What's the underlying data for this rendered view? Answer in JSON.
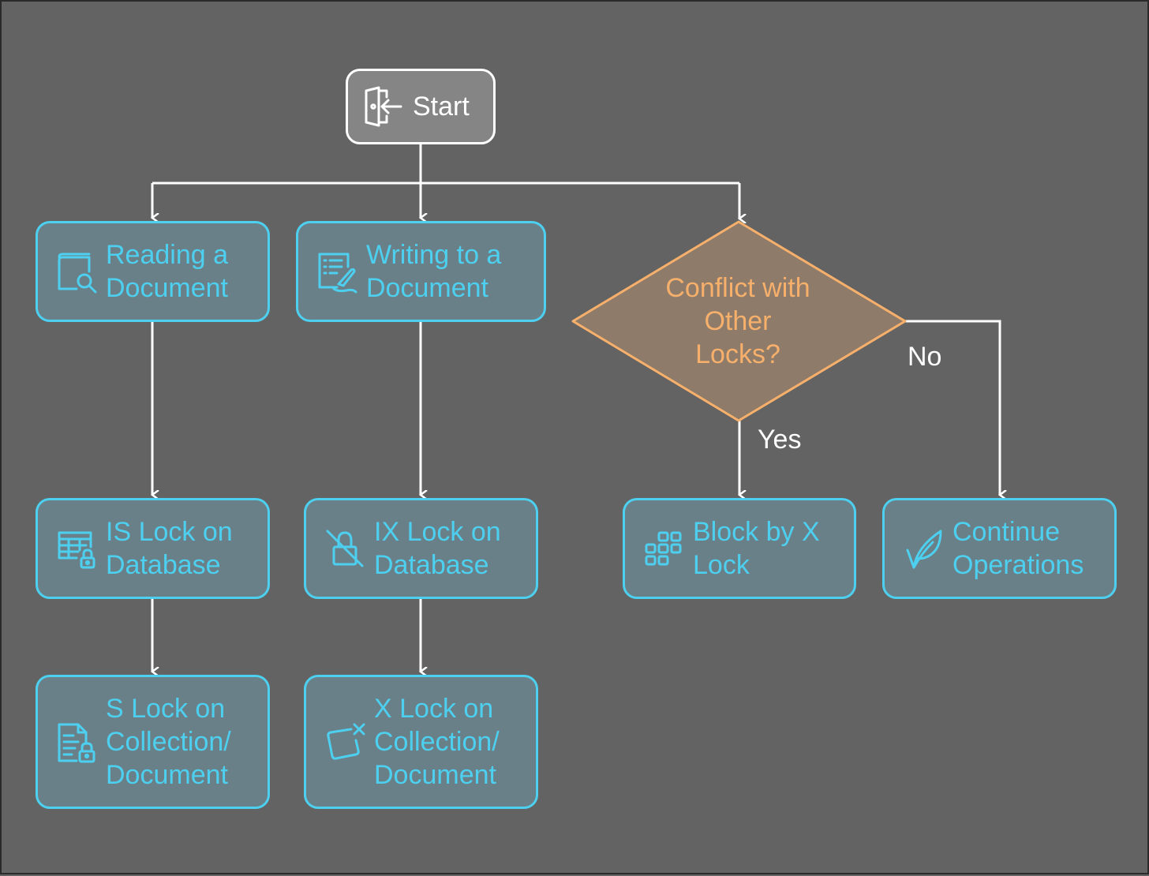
{
  "nodes": {
    "start": {
      "label": "Start",
      "icon": "enter-door-icon"
    },
    "read": {
      "label": "Reading a\nDocument",
      "icon": "document-search-icon"
    },
    "write": {
      "label": "Writing to a\nDocument",
      "icon": "document-edit-icon"
    },
    "is_lock": {
      "label": "IS Lock on\nDatabase",
      "icon": "table-lock-icon"
    },
    "ix_lock": {
      "label": "IX Lock on\nDatabase",
      "icon": "lock-off-icon"
    },
    "s_lock": {
      "label": "S Lock on\nCollection/\nDocument",
      "icon": "file-lock-icon"
    },
    "x_lock": {
      "label": "X Lock on\nCollection/\nDocument",
      "icon": "square-x-icon"
    },
    "decision": {
      "label": "Conflict with\nOther\nLocks?",
      "shape": "diamond"
    },
    "block": {
      "label": "Block by X\nLock",
      "icon": "blocks-icon"
    },
    "continue": {
      "label": "Continue\nOperations",
      "icon": "leaf-icon"
    }
  },
  "edges": [
    {
      "from": "start",
      "to": "read"
    },
    {
      "from": "start",
      "to": "write"
    },
    {
      "from": "start",
      "to": "decision"
    },
    {
      "from": "read",
      "to": "is_lock"
    },
    {
      "from": "is_lock",
      "to": "s_lock"
    },
    {
      "from": "write",
      "to": "ix_lock"
    },
    {
      "from": "ix_lock",
      "to": "x_lock"
    },
    {
      "from": "decision",
      "to": "block",
      "label": "Yes"
    },
    {
      "from": "decision",
      "to": "continue",
      "label": "No"
    }
  ],
  "edge_labels": {
    "yes": "Yes",
    "no": "No"
  },
  "colors": {
    "background": "#636363",
    "node_border": "#4dd0f0",
    "node_fill": "#6a8088",
    "decision_border": "#f7b06b",
    "decision_fill": "#8e7b6a",
    "start_border": "#ffffff",
    "start_fill": "#858585",
    "connector": "#ffffff"
  }
}
